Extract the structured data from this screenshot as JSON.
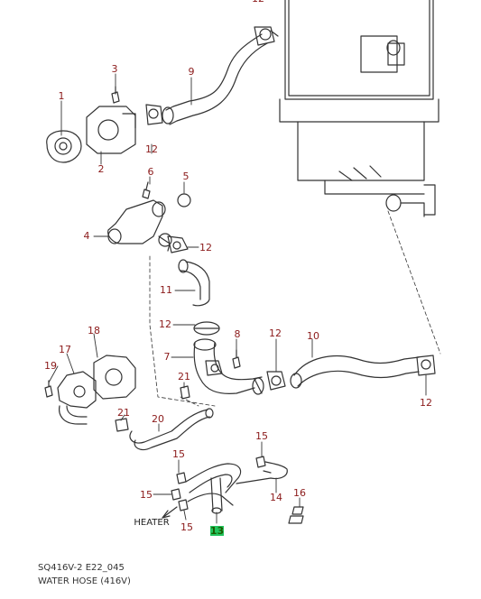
{
  "diagram": {
    "callouts": [
      "1",
      "2",
      "3",
      "4",
      "5",
      "6",
      "7",
      "8",
      "9",
      "10",
      "11",
      "12",
      "13",
      "14",
      "15",
      "16",
      "17",
      "18",
      "19",
      "20",
      "21"
    ],
    "highlighted_callout": "13",
    "direction_label": "HEATER"
  },
  "caption": {
    "code": "SQ416V-2 E22_045",
    "title": "WATER HOSE (416V)"
  },
  "colors": {
    "callout": "#8b1a1a",
    "highlight_bg": "#22c55e",
    "highlight_text": "#1a5c00",
    "line": "#333333"
  }
}
